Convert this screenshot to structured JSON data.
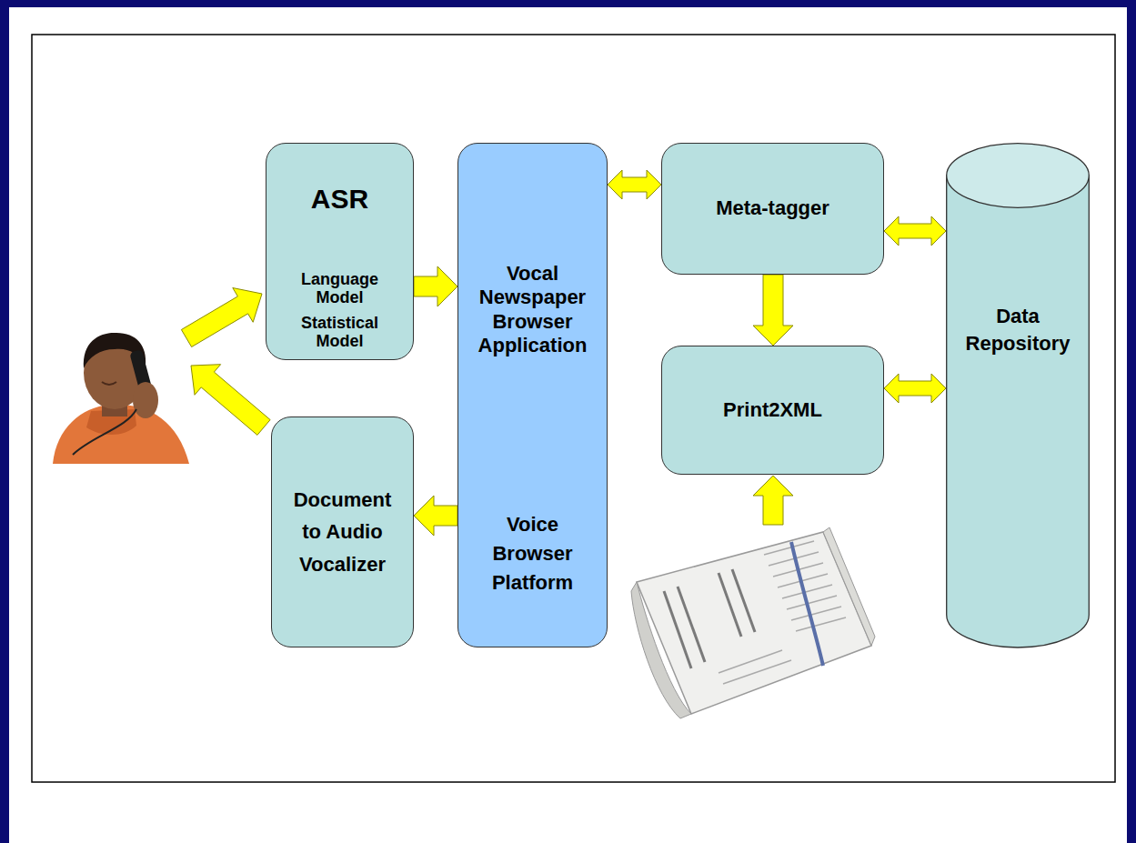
{
  "diagram": {
    "nodes": [
      {
        "text": [
          "ASR",
          "Language Model",
          "Statistical Model"
        ]
      },
      {
        "text": [
          "Vocal Newspaper Browser Application",
          "Voice Browser Platform"
        ]
      },
      {
        "text": [
          "Meta-tagger"
        ]
      },
      {
        "text": [
          "Data Repository"
        ]
      },
      {
        "text": [
          "Print2XML"
        ]
      },
      {
        "text": [
          "Document to Audio Vocalizer"
        ]
      }
    ],
    "edges": [
      {
        "from": 0,
        "to": 1,
        "arrow": "to"
      },
      {
        "from": 1,
        "to": 2,
        "arrow": "both"
      },
      {
        "from": 2,
        "to": 3,
        "arrow": "both"
      },
      {
        "from": 2,
        "to": 4,
        "arrow": "to"
      },
      {
        "from": 4,
        "to": 3,
        "arrow": "both"
      },
      {
        "from": 1,
        "to": 5,
        "arrow": "to"
      }
    ]
  }
}
